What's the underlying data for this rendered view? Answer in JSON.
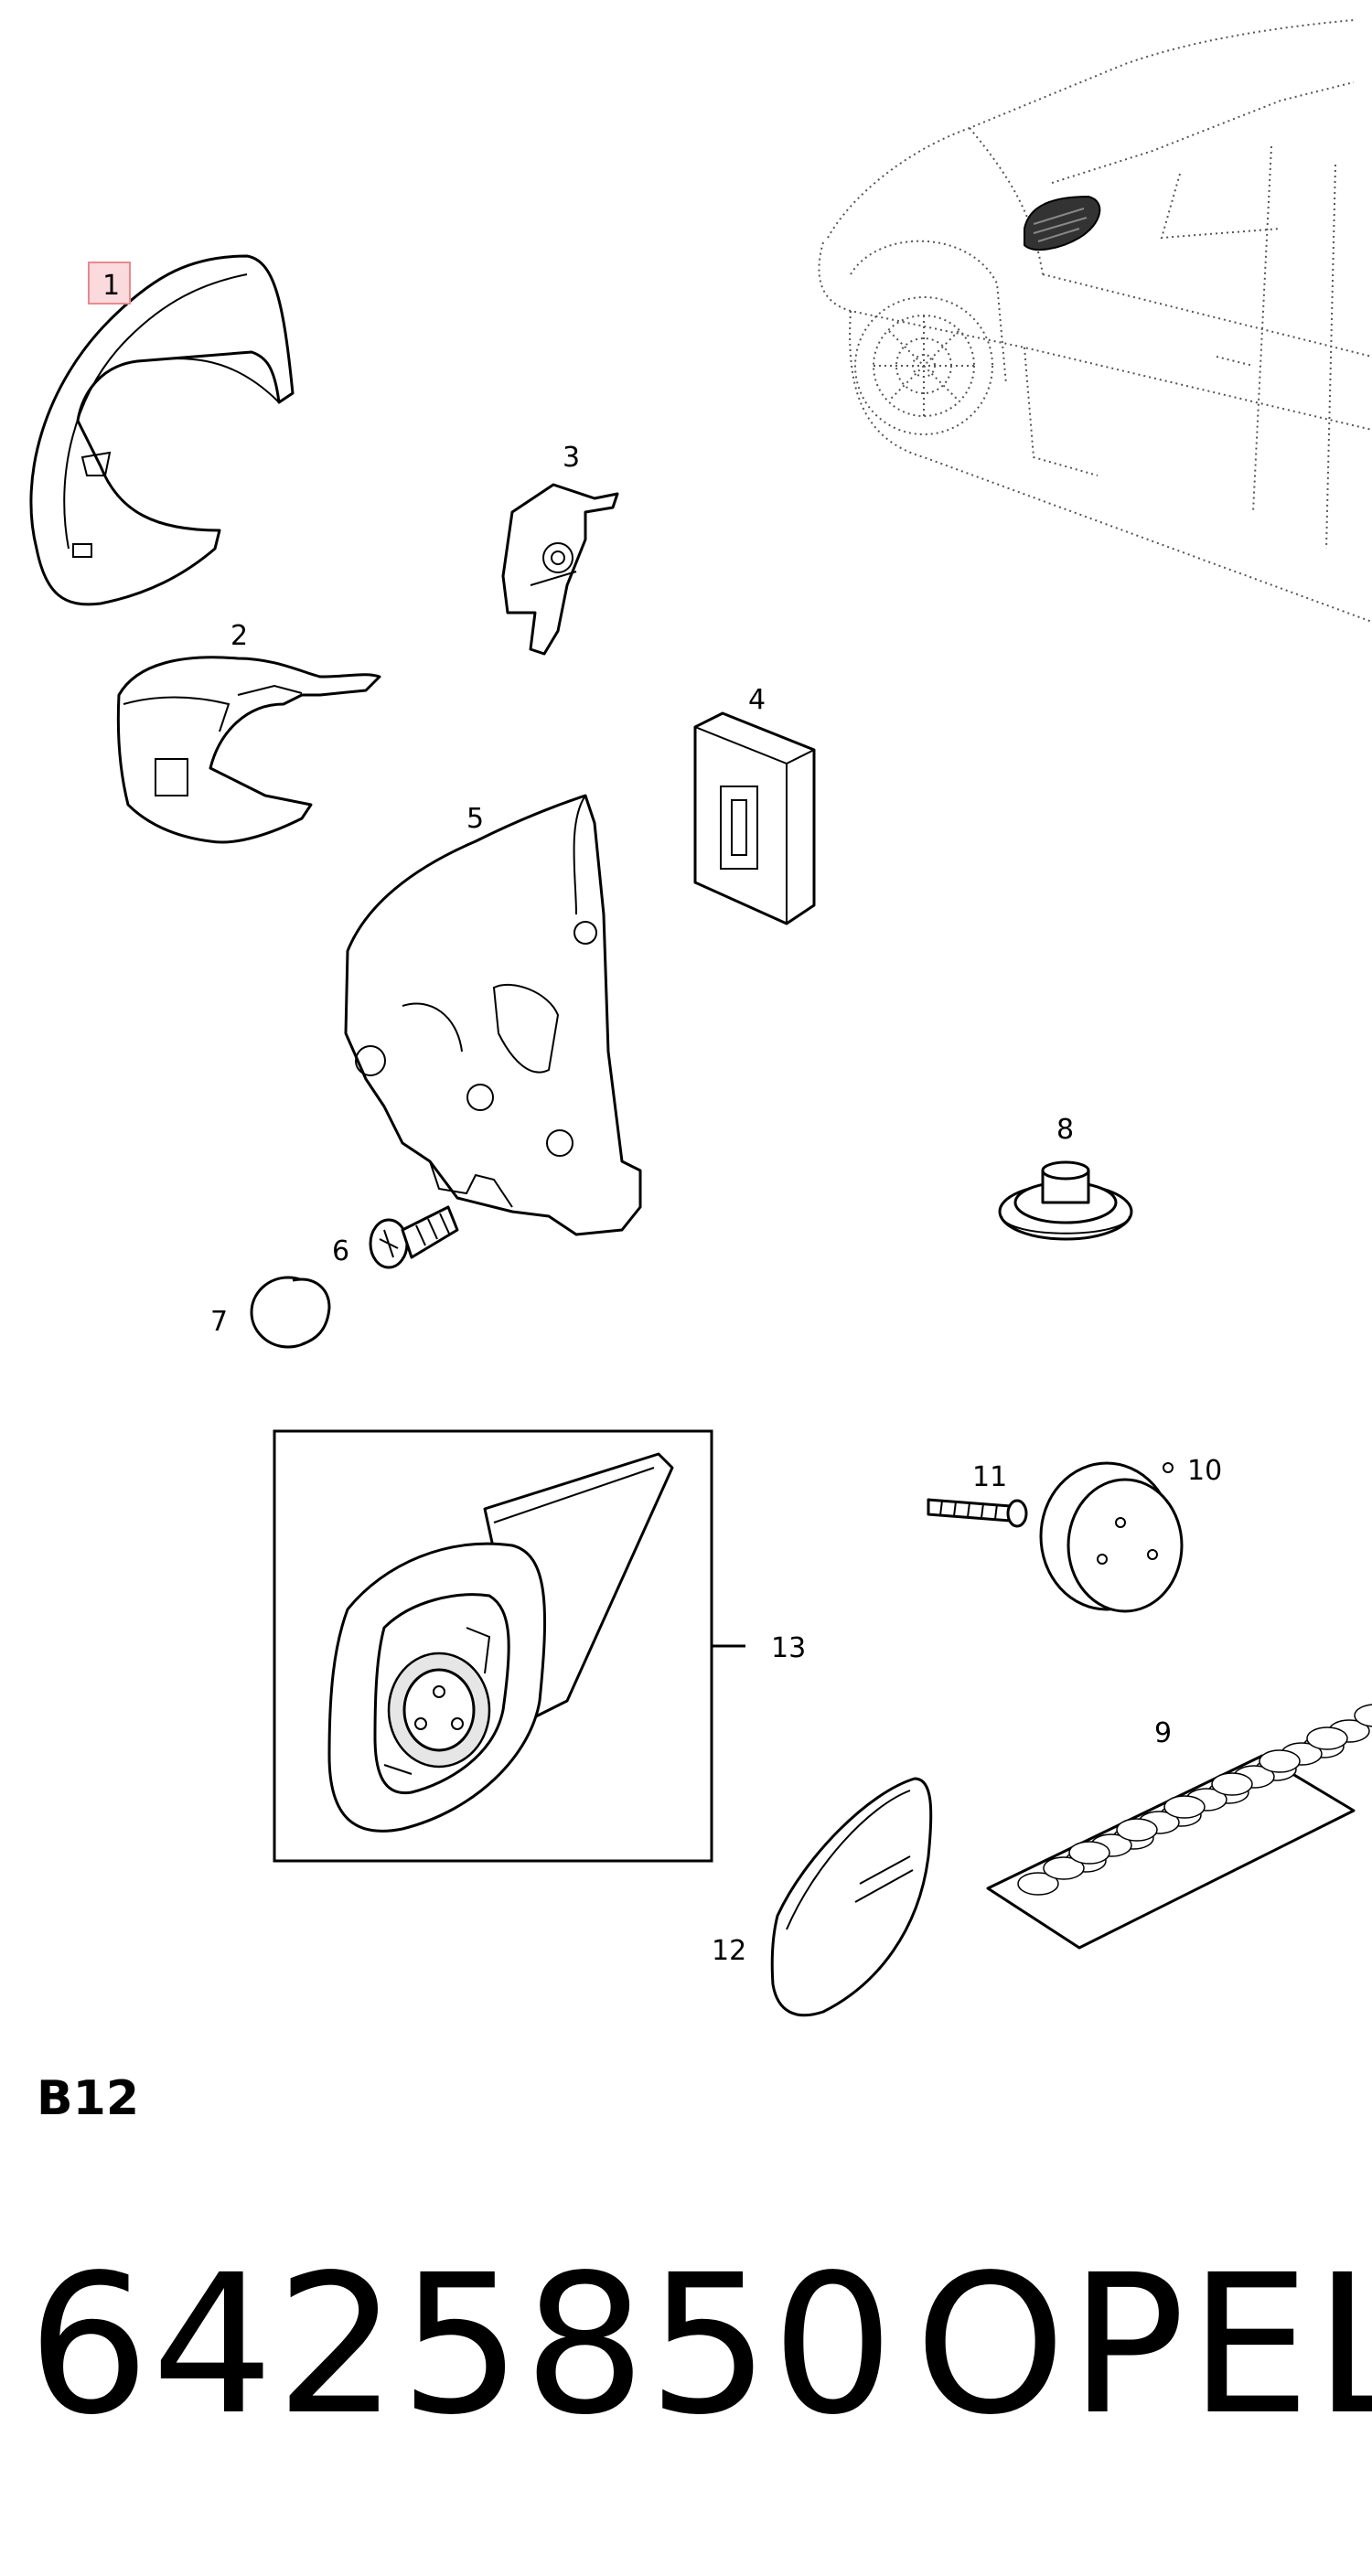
{
  "diagram": {
    "callouts": {
      "c1": "1",
      "c2": "2",
      "c3": "3",
      "c4": "4",
      "c5": "5",
      "c6": "6",
      "c7": "7",
      "c8": "8",
      "c9": "9",
      "c10": "10",
      "c11": "11",
      "c12": "12",
      "c13": "13"
    },
    "highlight_color": "#e8898f"
  },
  "footer": {
    "section_code": "B12",
    "part_number": "6425850",
    "brand": "OPEL"
  }
}
